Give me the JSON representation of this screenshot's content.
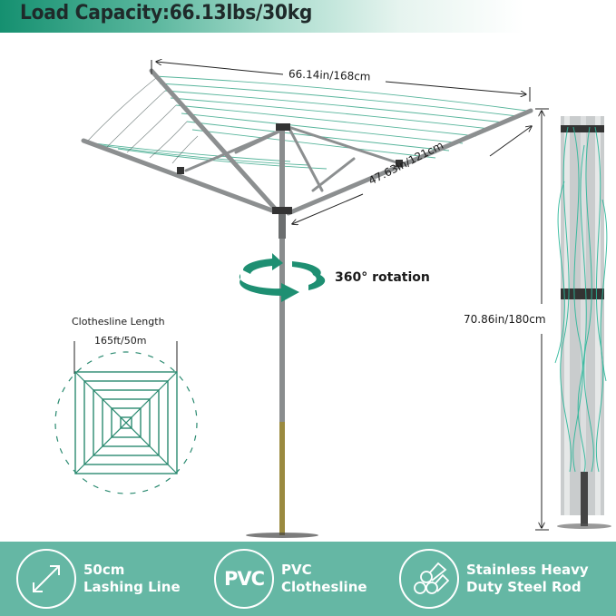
{
  "header": {
    "title": "Load Capacity:66.13lbs/30kg",
    "gradient_start": "#159070",
    "gradient_end": "#ffffff"
  },
  "illustration": {
    "product": "rotary clothesline",
    "dimensions": {
      "top_span": "66.14in/168cm",
      "arm_length": "47.63in/121cm",
      "height": "70.86in/180cm"
    },
    "rotation": {
      "icon": "rotate-360-icon",
      "label": "360° rotation"
    },
    "clothesline_diagram": {
      "title": "Clothesline Length",
      "length": "165ft/50m",
      "icon": "line-grid-icon"
    },
    "line_color": "#2a8a70",
    "frame_color": "#8c8f90"
  },
  "features": [
    {
      "icon": "diagonal-arrow-icon",
      "line1": "50cm",
      "line2": "Lashing Line"
    },
    {
      "icon": "pvc-icon",
      "icon_text": "PVC",
      "line1": "PVC",
      "line2": "Clothesline"
    },
    {
      "icon": "steel-rods-icon",
      "line1": "Stainless Heavy",
      "line2": "Duty Steel Rod"
    }
  ],
  "colors": {
    "banner": "#65b7a4",
    "accent": "#1a8a6a"
  }
}
